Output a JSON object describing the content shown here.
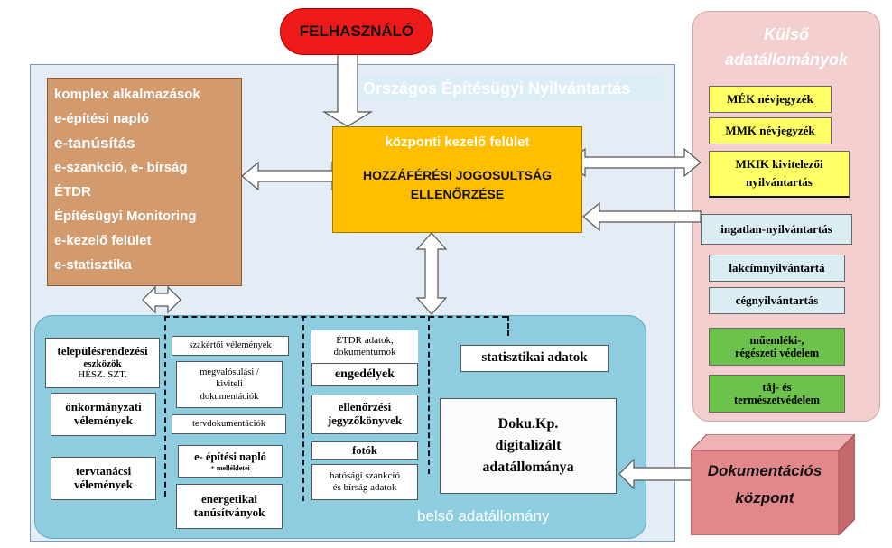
{
  "user": {
    "label": "FELHASZNÁLÓ"
  },
  "registry": {
    "title": "Országos Építésügyi Nyilvántartás"
  },
  "apps": {
    "title": "komplex alkalmazások",
    "items": [
      "e-építési napló",
      "e-tanúsítás",
      "e-szankció, e- bírság",
      "ÉTDR",
      "Építésügyi Monitoring",
      "e-kezelő felület",
      "e-statisztika"
    ]
  },
  "central": {
    "title": "központi kezelő felület",
    "line1": "HOZZÁFÉRÉSI JOGOSULTSÁG",
    "line2": "ELLENŐRZÉSE"
  },
  "external": {
    "title1": "Külső",
    "title2": "adatállományok",
    "yellow": [
      "MÉK névjegyzék",
      "MMK névjegyzék",
      "MKIK kivitelezői",
      "nyilvántartás"
    ],
    "blue": [
      "ingatlan-nyilvántartás",
      "lakcímnyilvántartá",
      "cégnyilvántartás"
    ],
    "green": [
      "műemléki-,",
      "régészeti védelem",
      "táj- és",
      "természetvédelem"
    ]
  },
  "internal": {
    "label": "belső adatállomány",
    "col1": [
      "településrendezési",
      "eszközök",
      "HÉSZ. SZT.",
      "önkormányzati",
      "vélemények",
      "tervtanácsi",
      "vélemények"
    ],
    "col2": [
      "szakértői vélemények",
      "megvalósulási /",
      "kiviteli",
      "dokumentációk",
      "tervdokumentációk",
      "e- építési napló",
      "+ mellékletei",
      "energetikai",
      "tanúsítványok"
    ],
    "col3": [
      "ÉTDR adatok,",
      "dokumentumok",
      "engedélyek",
      "ellenőrzési",
      "jegyzőkönyvek",
      "fotók",
      "hatósági szankció",
      "és bírság adatok"
    ],
    "stats": "statisztikai adatok",
    "doku": [
      "Doku.Kp.",
      "digitalizált",
      "adatállománya"
    ]
  },
  "doc_center": {
    "line1": "Dokumentációs",
    "line2": "központ"
  },
  "colors": {
    "panel": "#e4ecf5",
    "apps": "#d39a6e",
    "central": "#ffbf00",
    "user": "#ee1a1a",
    "external": "#f3cfcf",
    "yellow": "#ffff66",
    "blue": "#d9edf3",
    "green": "#6cc24a",
    "internal": "#8ecde0",
    "doc_center": "#e2888a"
  }
}
